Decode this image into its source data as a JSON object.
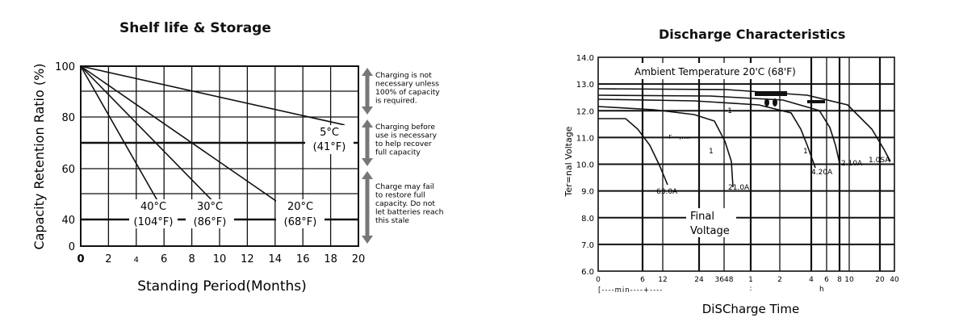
{
  "chart_data": [
    {
      "type": "line",
      "title": "Shelf life & Storage",
      "xlabel": "Standing Period(Months)",
      "ylabel": "Capacity Retention Ratio (%)",
      "xlim": [
        0,
        20
      ],
      "ylim": [
        0,
        100
      ],
      "x_ticks": [
        "0",
        "2",
        "4",
        "6",
        "8",
        "10",
        "12",
        "14",
        "16",
        "18",
        "20"
      ],
      "y_ticks": [
        "0",
        "40",
        "60",
        "80",
        "100"
      ],
      "grid": true,
      "series": [
        {
          "name": "5°C (41°F)",
          "x": [
            0,
            19
          ],
          "y": [
            100,
            77
          ]
        },
        {
          "name": "20°C (68°F)",
          "x": [
            0,
            16
          ],
          "y": [
            100,
            40
          ]
        },
        {
          "name": "30°C (86°F)",
          "x": [
            0,
            10.8
          ],
          "y": [
            100,
            40
          ]
        },
        {
          "name": "40°C (104°F)",
          "x": [
            0,
            6.3
          ],
          "y": [
            100,
            40
          ]
        }
      ],
      "series_labels": [
        {
          "line1": "5°C",
          "line2": "(41°F)"
        },
        {
          "line1": "20°C",
          "line2": "(68°F)"
        },
        {
          "line1": "30°C",
          "line2": "(86°F)"
        },
        {
          "line1": "40°C",
          "line2": "(104°F)"
        }
      ],
      "annotations": [
        {
          "lines": [
            "Charging is not",
            "necessary unless",
            "100% of capacity",
            "is required."
          ]
        },
        {
          "lines": [
            "Charging before",
            "use is necessary",
            "to help recover",
            "full capacity"
          ]
        },
        {
          "lines": [
            "Charge may fail",
            "to restore full",
            "capacity. Do not",
            "let batteries reach",
            "this stale"
          ]
        }
      ]
    },
    {
      "type": "line",
      "title": "Discharge Characteristics",
      "xlabel": "DiSCharge Time",
      "ylabel": "Ter=nal Voltage",
      "ylim": [
        6.0,
        14.0
      ],
      "y_ticks": [
        "6.0",
        "7.0",
        "8.0",
        "9.0",
        "10.0",
        "11.0",
        "12.0",
        "13.0",
        "14.0"
      ],
      "x_ticks": [
        "0",
        "6",
        "12",
        "24",
        "3648",
        "1",
        "2",
        "4",
        "6",
        "8",
        "10",
        "20",
        "40"
      ],
      "x_unit_labels": [
        "[----min----+----",
        "h"
      ],
      "grid": true,
      "ambient_text": "Ambient Temperature 20'C (68'F)",
      "final_voltage_text": [
        "Final",
        "Voltage"
      ],
      "noise_text": [
        "-1",
        "-r---,....",
        "1",
        "1"
      ],
      "series": [
        {
          "name": "63.0A",
          "x": [
            0,
            40,
            60
          ],
          "y": [
            11.9,
            11.7,
            9.6
          ]
        },
        {
          "name": "21.0A",
          "x": [
            0,
            120,
            185,
            206
          ],
          "y": [
            12.3,
            12.1,
            11.4,
            9.6
          ]
        },
        {
          "name": "4.20A",
          "x": [
            0,
            290,
            375,
            402
          ],
          "y": [
            12.6,
            12.4,
            11.9,
            10.1
          ]
        },
        {
          "name": "2.10A",
          "x": [
            0,
            320,
            430,
            448
          ],
          "y": [
            12.8,
            12.6,
            12.0,
            10.5
          ]
        },
        {
          "name": "1.0SA",
          "x": [
            0,
            360,
            490,
            515
          ],
          "y": [
            13.0,
            12.8,
            12.2,
            10.5
          ]
        }
      ]
    }
  ]
}
